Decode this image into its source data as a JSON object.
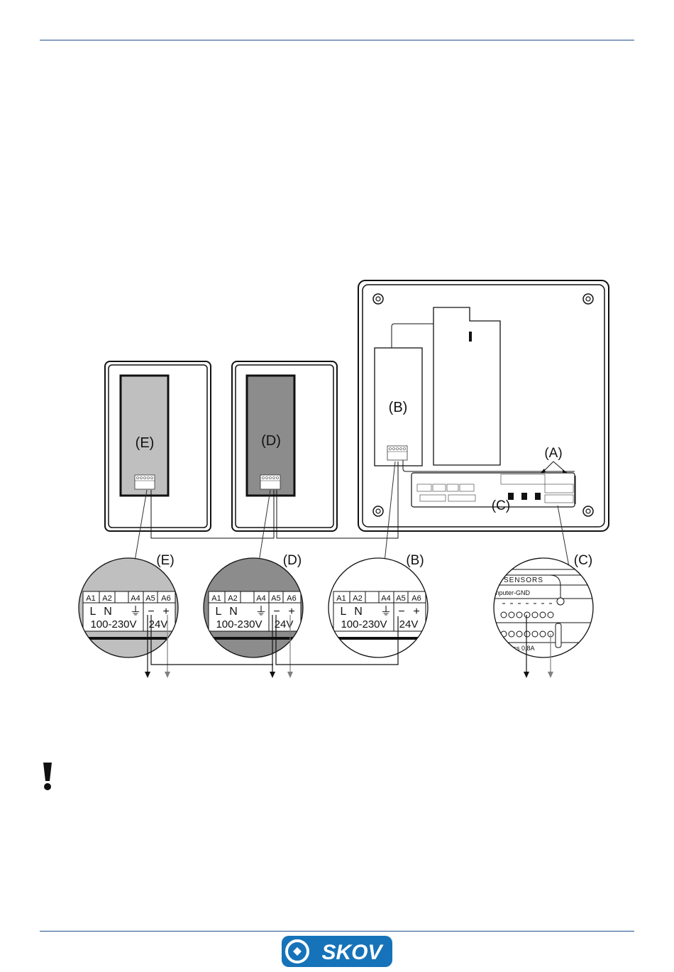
{
  "diagram": {
    "callouts": {
      "A": "(A)",
      "B": "(B)",
      "C": "(C)",
      "D": "(D)",
      "E": "(E)"
    },
    "terminals": [
      "A1",
      "A2",
      "A4",
      "A5",
      "A6"
    ],
    "terminal_symbols": {
      "live": "L",
      "neutral": "N",
      "ground": "⏚",
      "minus": "−",
      "plus": "+"
    },
    "supply_ac": "100-230V",
    "supply_dc": "24V",
    "sensor_header": "SENSORS",
    "sensor_gnd": "mputer-GND",
    "sensor_bottom": "mss  0,8A"
  },
  "icons": {
    "warning": "exclamation-icon",
    "brand_logo": "skov-logo"
  },
  "brand": {
    "name": "SKOV",
    "color": "#1673b9"
  },
  "colors": {
    "rule": "#1e4f8f",
    "panel_E": "#bfbfbf",
    "panel_D": "#8c8c8c",
    "wire_gray": "#808080"
  }
}
